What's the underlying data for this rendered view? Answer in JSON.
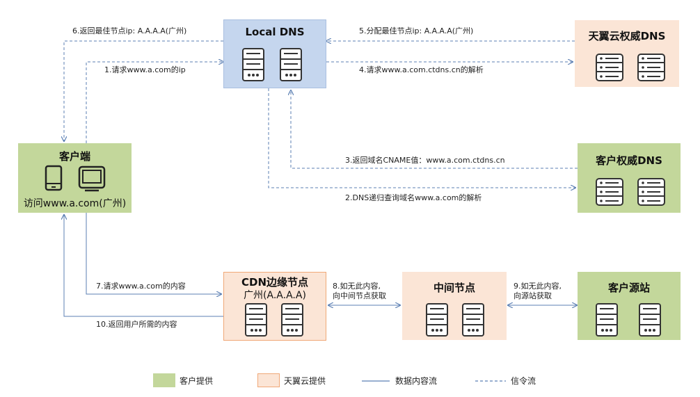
{
  "nodes": {
    "local_dns": {
      "title": "Local DNS"
    },
    "tianyi_dns": {
      "title": "天翼云权威DNS"
    },
    "client": {
      "title": "客户端",
      "subtitle": "访问www.a.com(广州)"
    },
    "customer_dns": {
      "title": "客户权威DNS"
    },
    "cdn_edge": {
      "title": "CDN边缘节点",
      "subtitle": "广州(A.A.A.A)"
    },
    "middle_node": {
      "title": "中间节点"
    },
    "origin": {
      "title": "客户源站"
    }
  },
  "steps": {
    "s1": "1.请求www.a.com的ip",
    "s2": "2.DNS递归查询域名www.a.com的解析",
    "s3": "3.返回域名CNAME值：www.a.com.ctdns.cn",
    "s4": "4.请求www.a.com.ctdns.cn的解析",
    "s5": "5.分配最佳节点ip: A.A.A.A(广州)",
    "s6": "6.返回最佳节点ip: A.A.A.A(广州)",
    "s7": "7.请求www.a.com的内容",
    "s8_line1": "8.如无此内容,",
    "s8_line2": "向中间节点获取",
    "s9_line1": "9.如无此内容,",
    "s9_line2": "向源站获取",
    "s10": "10.返回用户所需的内容"
  },
  "legend": {
    "customer": "客户提供",
    "tianyi": "天翼云提供",
    "data_flow": "数据内容流",
    "signal_flow": "信令流"
  },
  "colors": {
    "customer_green": "#c3d79b",
    "tianyi_orange": "#fbe5d6",
    "local_dns_blue": "#c5d6ee",
    "line_blue": "#5b7fb3"
  }
}
